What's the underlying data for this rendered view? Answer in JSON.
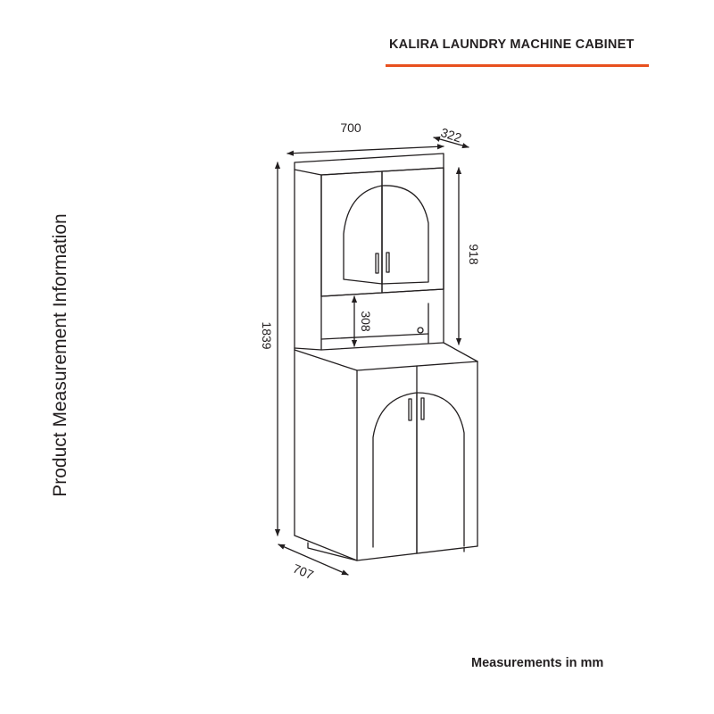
{
  "header": {
    "title": "KALIRA LAUNDRY MACHINE CABINET",
    "accent_color": "#e8501e"
  },
  "side_label": "Product Measurement Information",
  "footer": "Measurements in mm",
  "dimensions": {
    "width_top": "700",
    "depth_top": "322",
    "height_top": "918",
    "open_shelf_height": "308",
    "total_height": "1839",
    "depth_bottom": "707"
  }
}
